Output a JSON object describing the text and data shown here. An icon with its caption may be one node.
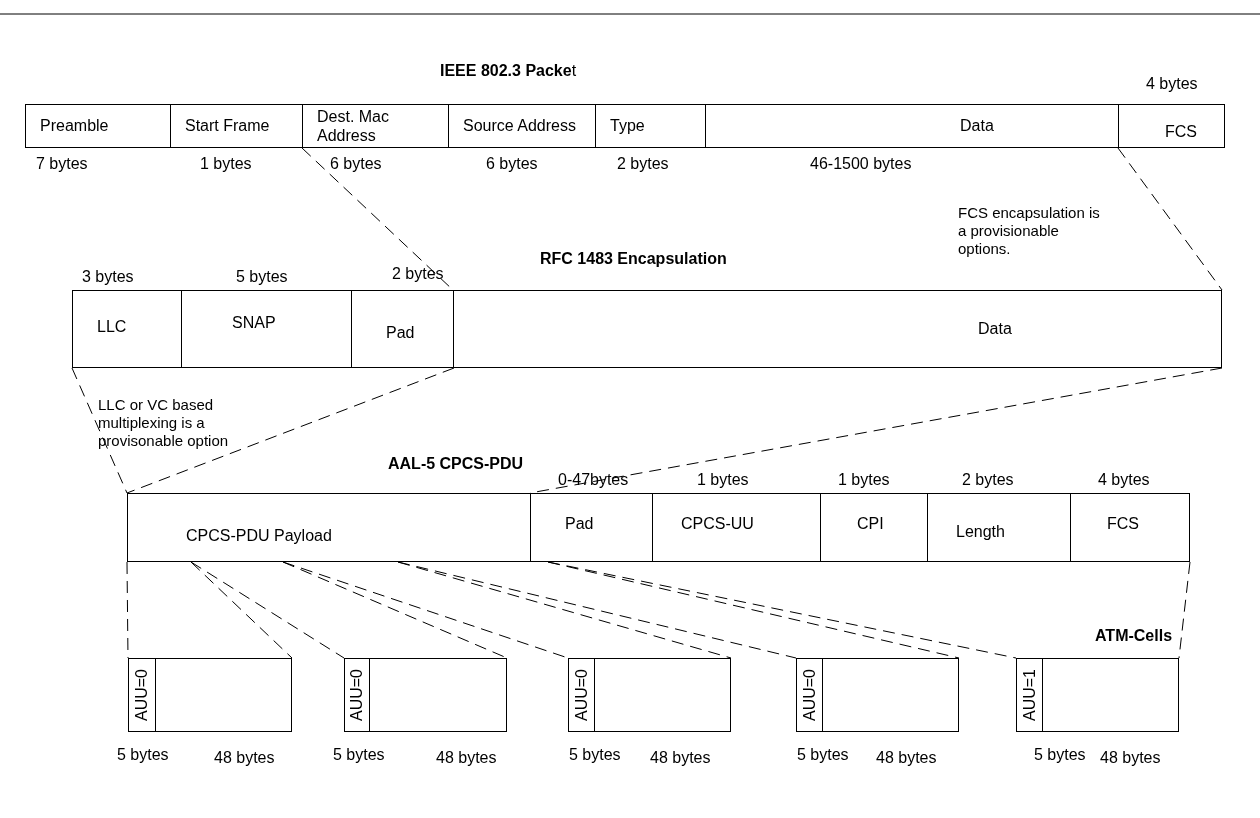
{
  "diagram": {
    "nodes": [
      {
        "text": [
          "Preamble"
        ],
        "beside": [
          "7 bytes"
        ]
      },
      {
        "text": [
          "Start Frame"
        ],
        "beside": [
          "1 bytes"
        ]
      },
      {
        "text": [
          "Dest. Mac Address"
        ],
        "beside": [
          "6 bytes"
        ]
      },
      {
        "text": [
          "Source Address"
        ],
        "beside": [
          "6 bytes"
        ]
      },
      {
        "text": [
          "Type"
        ],
        "beside": [
          "2 bytes"
        ]
      },
      {
        "text": [
          "Data"
        ],
        "beside": [
          "46-1500 bytes"
        ]
      },
      {
        "text": [
          "FCS"
        ],
        "beside": [
          "4 bytes"
        ]
      },
      {
        "text": [
          "LLC"
        ],
        "beside": [
          "3 bytes"
        ]
      },
      {
        "text": [
          "SNAP"
        ],
        "beside": [
          "5 bytes"
        ]
      },
      {
        "text": [
          "Pad"
        ],
        "beside": [
          "2 bytes"
        ]
      },
      {
        "text": [
          "Data"
        ]
      },
      {
        "text": [
          "CPCS-PDU Payload"
        ]
      },
      {
        "text": [
          "Pad"
        ],
        "beside": [
          "0-47bytes"
        ]
      },
      {
        "text": [
          "CPCS-UU"
        ],
        "beside": [
          "1 bytes"
        ]
      },
      {
        "text": [
          "CPI"
        ],
        "beside": [
          "1 bytes"
        ]
      },
      {
        "text": [
          "Length"
        ],
        "beside": [
          "2 bytes"
        ]
      },
      {
        "text": [
          "FCS"
        ],
        "beside": [
          "4 bytes"
        ]
      },
      {
        "text": [
          "AUU=0"
        ],
        "beside": [
          "5 bytes"
        ]
      },
      {
        "text": [],
        "shape": "box",
        "beside": [
          "48 bytes"
        ]
      },
      {
        "text": [
          "AUU=0"
        ],
        "beside": [
          "5 bytes"
        ]
      },
      {
        "text": [],
        "shape": "box",
        "beside": [
          "48 bytes"
        ]
      },
      {
        "text": [
          "AUU=0"
        ],
        "beside": [
          "5 bytes"
        ]
      },
      {
        "text": [],
        "shape": "box",
        "beside": [
          "48 bytes"
        ]
      },
      {
        "text": [
          "AUU=0"
        ],
        "beside": [
          "5 bytes"
        ]
      },
      {
        "text": [],
        "shape": "box",
        "beside": [
          "48 bytes"
        ]
      },
      {
        "text": [
          "AUU=1"
        ],
        "beside": [
          "5 bytes"
        ]
      },
      {
        "text": [],
        "shape": "box",
        "beside": [
          "48 bytes"
        ]
      }
    ],
    "edges": [
      {
        "from": 2,
        "to": 10,
        "arrow": "none",
        "style": "dashed"
      },
      {
        "from": 6,
        "to": 10,
        "arrow": "none",
        "style": "dashed"
      },
      {
        "from": 7,
        "to": 11,
        "arrow": "none",
        "style": "dashed"
      },
      {
        "from": 9,
        "to": 11,
        "arrow": "none",
        "style": "dashed"
      },
      {
        "from": 10,
        "to": 12,
        "arrow": "none",
        "style": "dashed"
      },
      {
        "from": 11,
        "to": 17,
        "arrow": "none",
        "style": "dashed"
      },
      {
        "from": 11,
        "to": 18,
        "arrow": "none",
        "style": "dashed"
      },
      {
        "from": 11,
        "to": 19,
        "arrow": "none",
        "style": "dashed"
      },
      {
        "from": 11,
        "to": 20,
        "arrow": "none",
        "style": "dashed"
      },
      {
        "from": 11,
        "to": 21,
        "arrow": "none",
        "style": "dashed"
      },
      {
        "from": 11,
        "to": 22,
        "arrow": "none",
        "style": "dashed"
      },
      {
        "from": 11,
        "to": 23,
        "arrow": "none",
        "style": "dashed"
      },
      {
        "from": 12,
        "to": 24,
        "arrow": "none",
        "style": "dashed"
      },
      {
        "from": 12,
        "to": 25,
        "arrow": "none",
        "style": "dashed"
      },
      {
        "from": 16,
        "to": 26,
        "arrow": "none",
        "style": "dashed"
      }
    ],
    "labels": [
      "**IEEE 802.3 Packe**t",
      "FCS encapsulation is a provisionable options.",
      "RFC 1483 Encapsulation",
      "LLC or VC based multiplexing is a provisonable option",
      "AAL-5 CPCS-PDU",
      "ATM-Cells"
    ]
  }
}
